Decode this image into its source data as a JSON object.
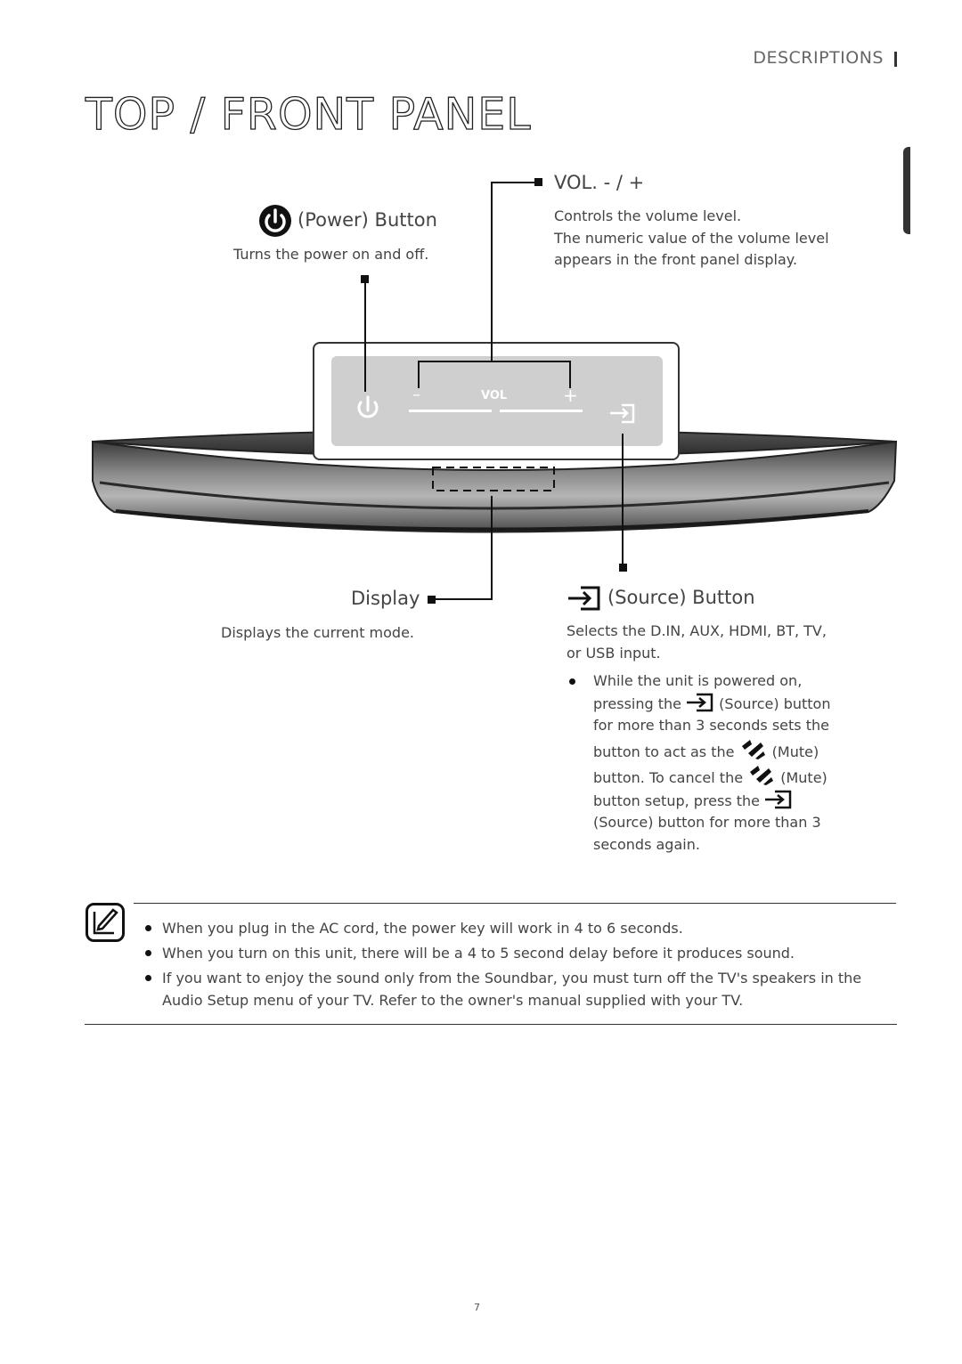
{
  "header": {
    "section": "DESCRIPTIONS",
    "title": "TOP / FRONT PANEL"
  },
  "device": {
    "vol_label": "VOL",
    "vol_minus": "–",
    "vol_plus": "+"
  },
  "callouts": {
    "power": {
      "heading": "(Power) Button",
      "desc": "Turns the power on and off."
    },
    "volume": {
      "heading": "VOL. - / +",
      "desc_lines": [
        "Controls the volume level.",
        "The numeric value of the volume level",
        "appears in the front panel display."
      ]
    },
    "display": {
      "heading": "Display",
      "desc": "Displays the current mode."
    },
    "source": {
      "heading": "(Source) Button",
      "desc_lines": [
        "Selects the D.IN, AUX, HDMI, BT, TV,",
        "or USB input."
      ],
      "bullet": {
        "line1": "While the unit is powered on,",
        "line2_a": "pressing the",
        "line2_b": "(Source) button",
        "line3": "for more than 3 seconds sets the",
        "line4_a": "button to act as the",
        "line4_b": "(Mute)",
        "line5_a": "button. To cancel the",
        "line5_b": "(Mute)",
        "line6_a": "button setup, press the",
        "line7": "(Source) button for more than 3",
        "line8": "seconds again."
      }
    }
  },
  "notes": [
    "When you plug in the AC cord, the power key will work in 4 to 6 seconds.",
    "When you turn on this unit, there will be a 4 to 5 second delay before it produces sound.",
    "If you want to enjoy the sound only from the Soundbar, you must turn off the TV's speakers in the Audio Setup menu of your TV. Refer to the owner's manual supplied with your TV."
  ],
  "page_number": "7"
}
